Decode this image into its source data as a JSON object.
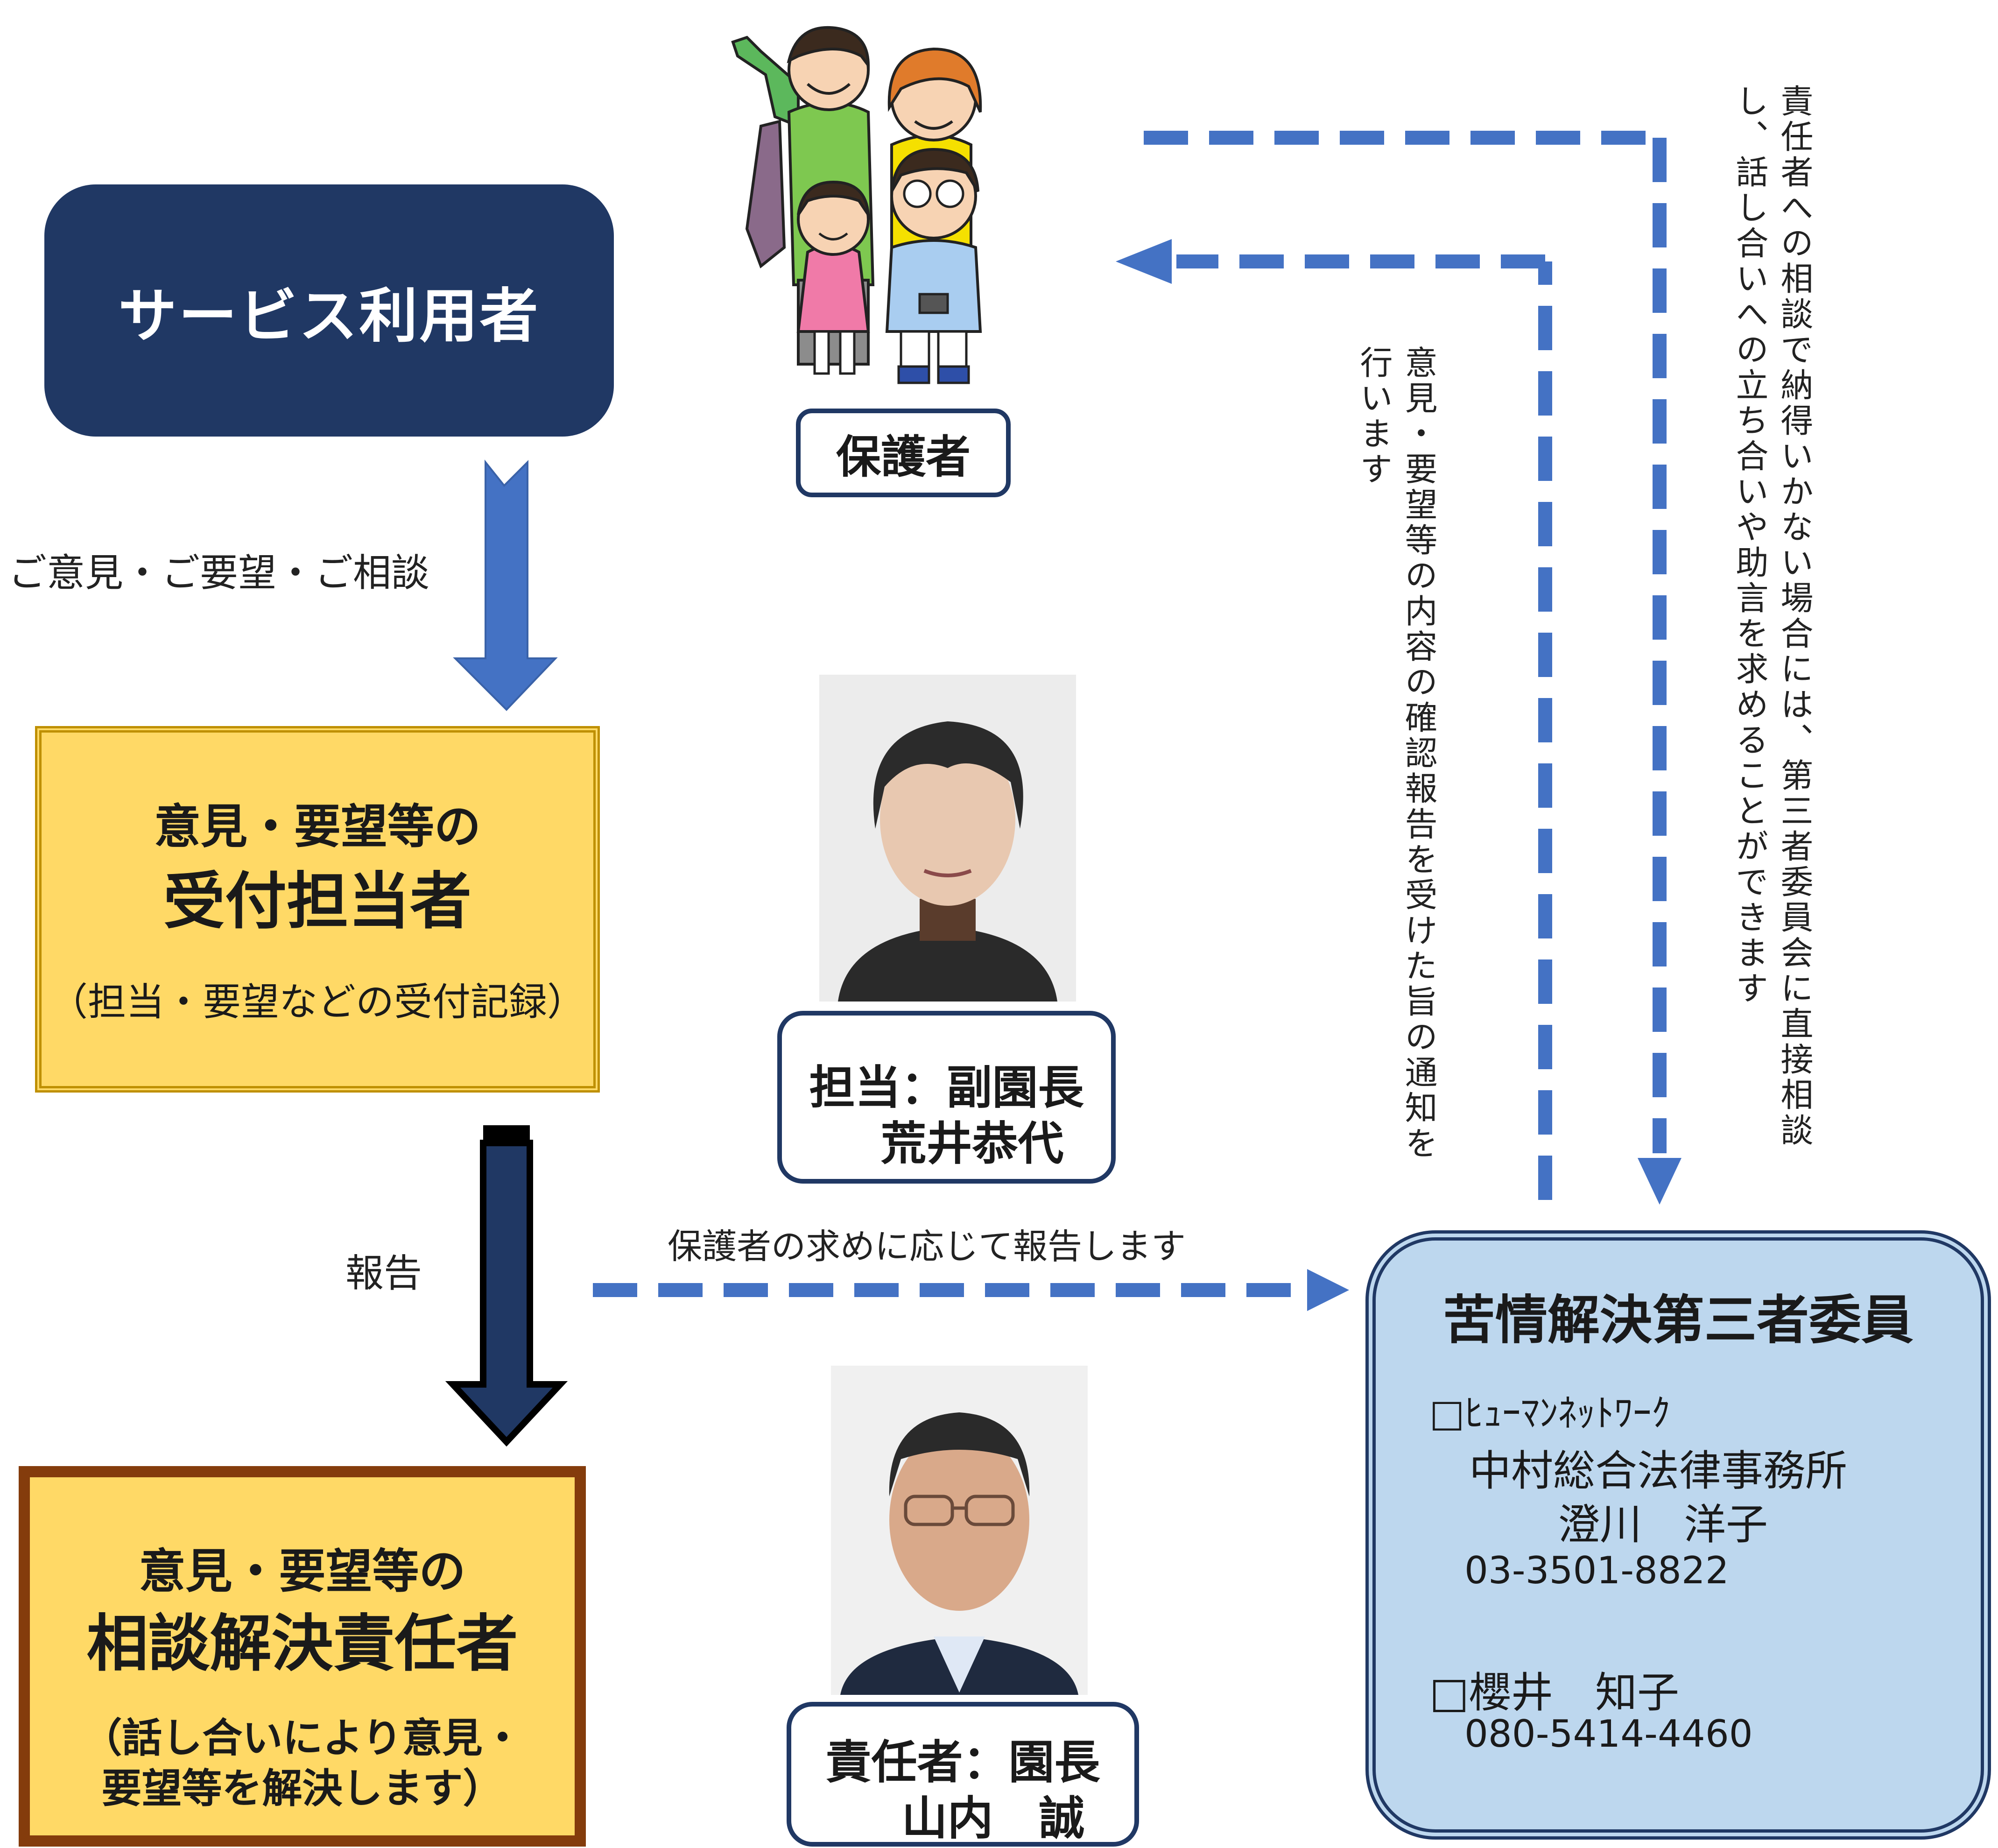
{
  "service_user": {
    "label": "サービス利用者"
  },
  "guardian": {
    "label": "保護者"
  },
  "edges": {
    "opinions": "ご意見・ご要望・ご相談",
    "report": "報告",
    "report_on_request": "保護者の求めに応じて報告します",
    "confirmation_notice": "意見・要望等の内容の確認報告を受けた旨の通知を行います",
    "direct_consult": "責任者への相談で納得いかない場合には、第三者委員会に直接相談し、話し合いへの立ち合いや助言を求めることができます"
  },
  "reception": {
    "line1": "意見・要望等の",
    "line2": "受付担当者",
    "line3": "（担当・要望などの受付記録）",
    "person_role": "担当：副園長",
    "person_name": "荒井恭代"
  },
  "resolver": {
    "line1": "意見・要望等の",
    "line2": "相談解決責任者",
    "line3": "（話し合いにより意見・",
    "line4": "要望等を解決します）",
    "person_role": "責任者：園長",
    "person_name": "山内　誠"
  },
  "committee": {
    "title": "苦情解決第三者委員",
    "member1_org": "□ﾋｭｰﾏﾝﾈｯﾄﾜｰｸ",
    "member1_firm": "中村総合法律事務所",
    "member1_name": "澄川　洋子",
    "member1_phone": "03-3501-8822",
    "member2_name": "□櫻井　知子",
    "member2_phone": "080-5414-4460"
  },
  "colors": {
    "navy": "#203864",
    "arrow_blue": "#4472c4",
    "box_yellow": "#ffd966",
    "box_gold_border": "#bf9000",
    "box_brown_border": "#843c0c",
    "committee_blue": "#bdd7ee"
  }
}
